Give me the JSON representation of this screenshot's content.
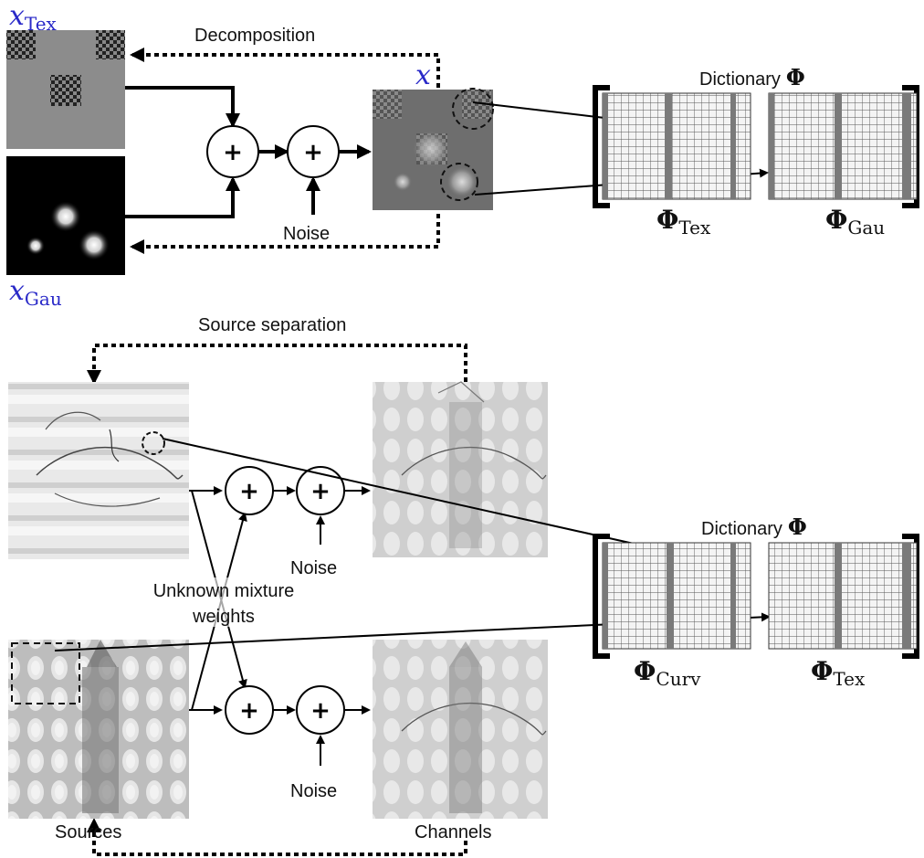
{
  "top": {
    "label_x_tex": {
      "base": "x",
      "sub": "Tex"
    },
    "label_x_gau": {
      "base": "x",
      "sub": "Gau"
    },
    "label_x": "x",
    "decomposition": "Decomposition",
    "noise": "Noise",
    "dictionary": "Dictionary",
    "phi": "Φ",
    "sub_tex": "Tex",
    "sub_gau": "Gau"
  },
  "bottom": {
    "source_separation": "Source separation",
    "noise_1": "Noise",
    "noise_2": "Noise",
    "unknown_line1": "Unknown mixture",
    "unknown_line2": "weights",
    "sources": "Sources",
    "channels": "Channels",
    "dictionary": "Dictionary",
    "phi": "Φ",
    "sub_curv": "Curv",
    "sub_tex": "Tex"
  },
  "adder_symbol": "+",
  "colors": {
    "math_blue": "#2a2ac8",
    "line": "#000000"
  }
}
